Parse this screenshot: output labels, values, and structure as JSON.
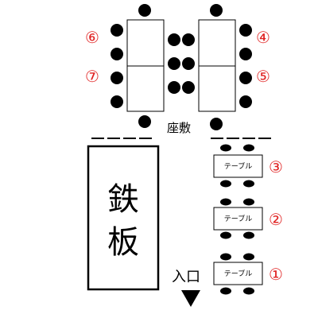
{
  "colors": {
    "numbers": "#e02020",
    "ink": "#000000",
    "paper": "#ffffff"
  },
  "zashiki": {
    "label": "座敷",
    "table_numbers": [
      "⑥",
      "⑦",
      "④",
      "⑤"
    ]
  },
  "teppan": {
    "label_line1": "鉄",
    "label_line2": "板"
  },
  "tables": [
    {
      "label": "テーブル",
      "number": "③"
    },
    {
      "label": "テーブル",
      "number": "②"
    },
    {
      "label": "テーブル",
      "number": "①"
    }
  ],
  "entrance": {
    "label": "入口",
    "arrow_icon": "triangle-down-icon"
  }
}
